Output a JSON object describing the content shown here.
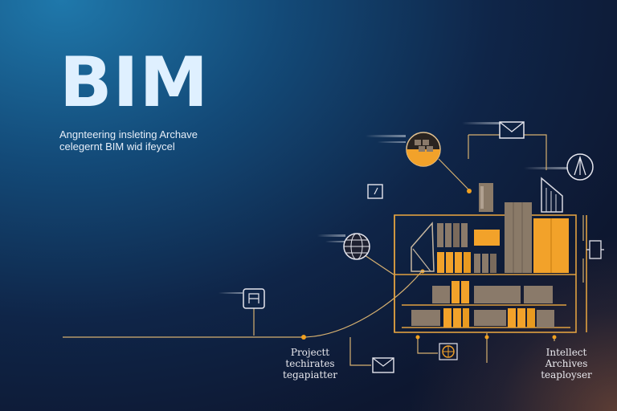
{
  "headline": "BIM",
  "subtitle": {
    "line1": "Angnteering insleting Archave",
    "line2": "celegernt BIM wid ifeycel"
  },
  "labels": {
    "project": [
      "Projectt",
      "techirates",
      "tegapiatter"
    ],
    "archives": [
      "Intellect",
      "Archives",
      "teaployser"
    ]
  },
  "colors": {
    "accent": "#f0a020",
    "line": "#d9a24a",
    "box": "#8a7a68"
  },
  "icons": [
    "archive-box-icon",
    "mail-icon",
    "pen-icon",
    "document-icon",
    "globe-icon",
    "building-icon",
    "chair-icon",
    "target-icon",
    "connector-icon"
  ]
}
